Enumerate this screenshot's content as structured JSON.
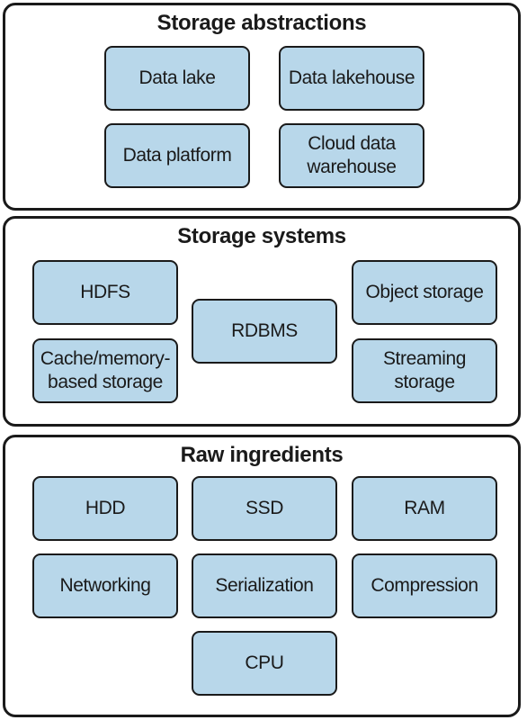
{
  "sections": [
    {
      "title": "Storage abstractions",
      "items": [
        "Data lake",
        "Data lakehouse",
        "Data platform",
        "Cloud data warehouse"
      ]
    },
    {
      "title": "Storage systems",
      "items": [
        "HDFS",
        "RDBMS",
        "Object storage",
        "Cache/memory-based storage",
        "Streaming storage"
      ]
    },
    {
      "title": "Raw ingredients",
      "items": [
        "HDD",
        "SSD",
        "RAM",
        "Networking",
        "Serialization",
        "Compression",
        "CPU"
      ]
    }
  ],
  "colors": {
    "box_fill": "#b8d7ea",
    "border": "#1a1a1a"
  }
}
